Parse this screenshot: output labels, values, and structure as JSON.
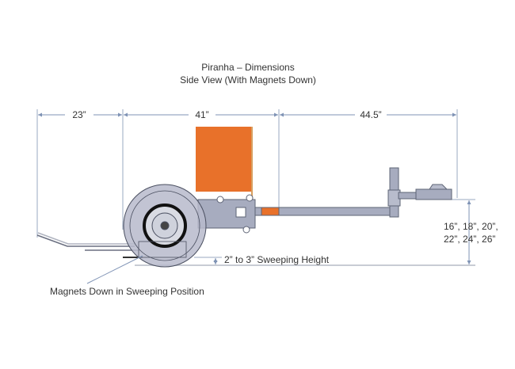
{
  "title": {
    "line1": "Piranha – Dimensions",
    "line2": "Side View (With Magnets Down)"
  },
  "dimensions": {
    "rear_length": "23”",
    "wheel_length": "41”",
    "tongue_length": "44.5”",
    "hitch_height_line1": "16”, 18”, 20”,",
    "hitch_height_line2": "22”, 24”, 26”",
    "sweeping_height": "2” to 3” Sweeping Height"
  },
  "callouts": {
    "magnets": "Magnets Down in Sweeping Position"
  },
  "colors": {
    "flag": "#e8712a",
    "frame": "#9aa0b4",
    "dim_line": "#7f93b5"
  }
}
